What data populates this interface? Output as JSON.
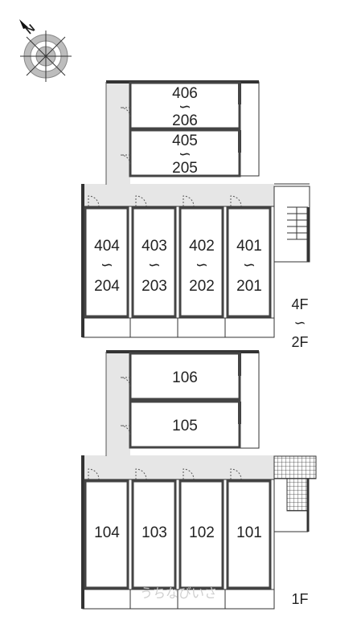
{
  "compass": {
    "north_label": "N",
    "icon": "compass-rose-icon"
  },
  "upper_block": {
    "top_units": [
      {
        "top": "406",
        "sep": "∽",
        "bottom": "206"
      },
      {
        "top": "405",
        "sep": "∽",
        "bottom": "205"
      }
    ],
    "row_units": [
      {
        "top": "404",
        "sep": "∽",
        "bottom": "204"
      },
      {
        "top": "403",
        "sep": "∽",
        "bottom": "203"
      },
      {
        "top": "402",
        "sep": "∽",
        "bottom": "202"
      },
      {
        "top": "401",
        "sep": "∽",
        "bottom": "201"
      }
    ],
    "floor_label": {
      "top": "4F",
      "sep": "∽",
      "bottom": "2F"
    }
  },
  "lower_block": {
    "top_units": [
      "106",
      "105"
    ],
    "row_units": [
      "104",
      "103",
      "102",
      "101"
    ],
    "floor_label": "1F"
  },
  "watermark": "うちなびいさ"
}
